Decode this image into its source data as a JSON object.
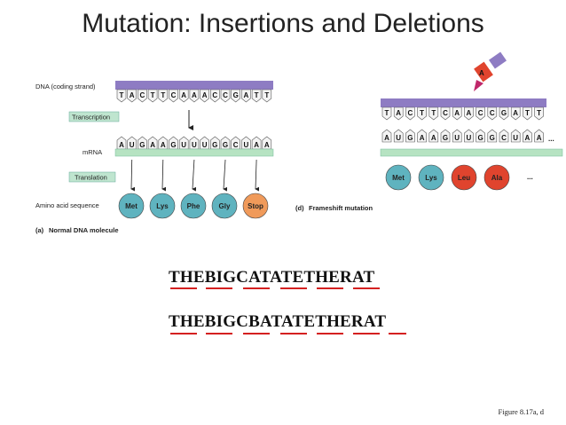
{
  "title": "Mutation: Insertions and Deletions",
  "panel_a": {
    "dna_label": "DNA (coding strand)",
    "dna_bases": [
      "T",
      "A",
      "C",
      "T",
      "T",
      "C",
      "A",
      "A",
      "A",
      "C",
      "C",
      "G",
      "A",
      "T",
      "T"
    ],
    "transcription_label": "Transcription",
    "mrna_label": "mRNA",
    "mrna_bases": [
      "A",
      "U",
      "G",
      "A",
      "A",
      "G",
      "U",
      "U",
      "U",
      "G",
      "G",
      "C",
      "U",
      "A",
      "A"
    ],
    "translation_label": "Translation",
    "aa_label": "Amino acid sequence",
    "amino_acids": [
      "Met",
      "Lys",
      "Phe",
      "Gly",
      "Stop"
    ],
    "caption_letter": "(a)",
    "caption": "Normal DNA molecule"
  },
  "panel_d": {
    "inserted_base": "A",
    "dna_bases": [
      "T",
      "A",
      "C",
      "T",
      "T",
      "C",
      "A",
      "A",
      "C",
      "C",
      "G",
      "A",
      "T",
      "T"
    ],
    "mrna_bases": [
      "A",
      "U",
      "G",
      "A",
      "A",
      "G",
      "U",
      "U",
      "G",
      "G",
      "C",
      "U",
      "A",
      "A"
    ],
    "mrna_ellipsis": "...",
    "amino_acids": [
      "Met",
      "Lys",
      "Leu",
      "Ala"
    ],
    "aa_ellipsis": "...",
    "caption_letter": "(d)",
    "caption": "Frameshift mutation"
  },
  "sequences": {
    "line1": "THEBIGCATATETHERAT",
    "line2": "THEBIGCBATATETHERAT"
  },
  "figure_ref": "Figure 8.17a, d",
  "colors": {
    "dna_strand": "#8e7cc3",
    "mrna_strand": "#b6e3c2",
    "label_box": "#bfe5cf",
    "normal_aa": "#5fb3bf",
    "mutant_aa": "#e0442e",
    "stop_aa": "#f09a5a",
    "underline": "#d42020"
  }
}
